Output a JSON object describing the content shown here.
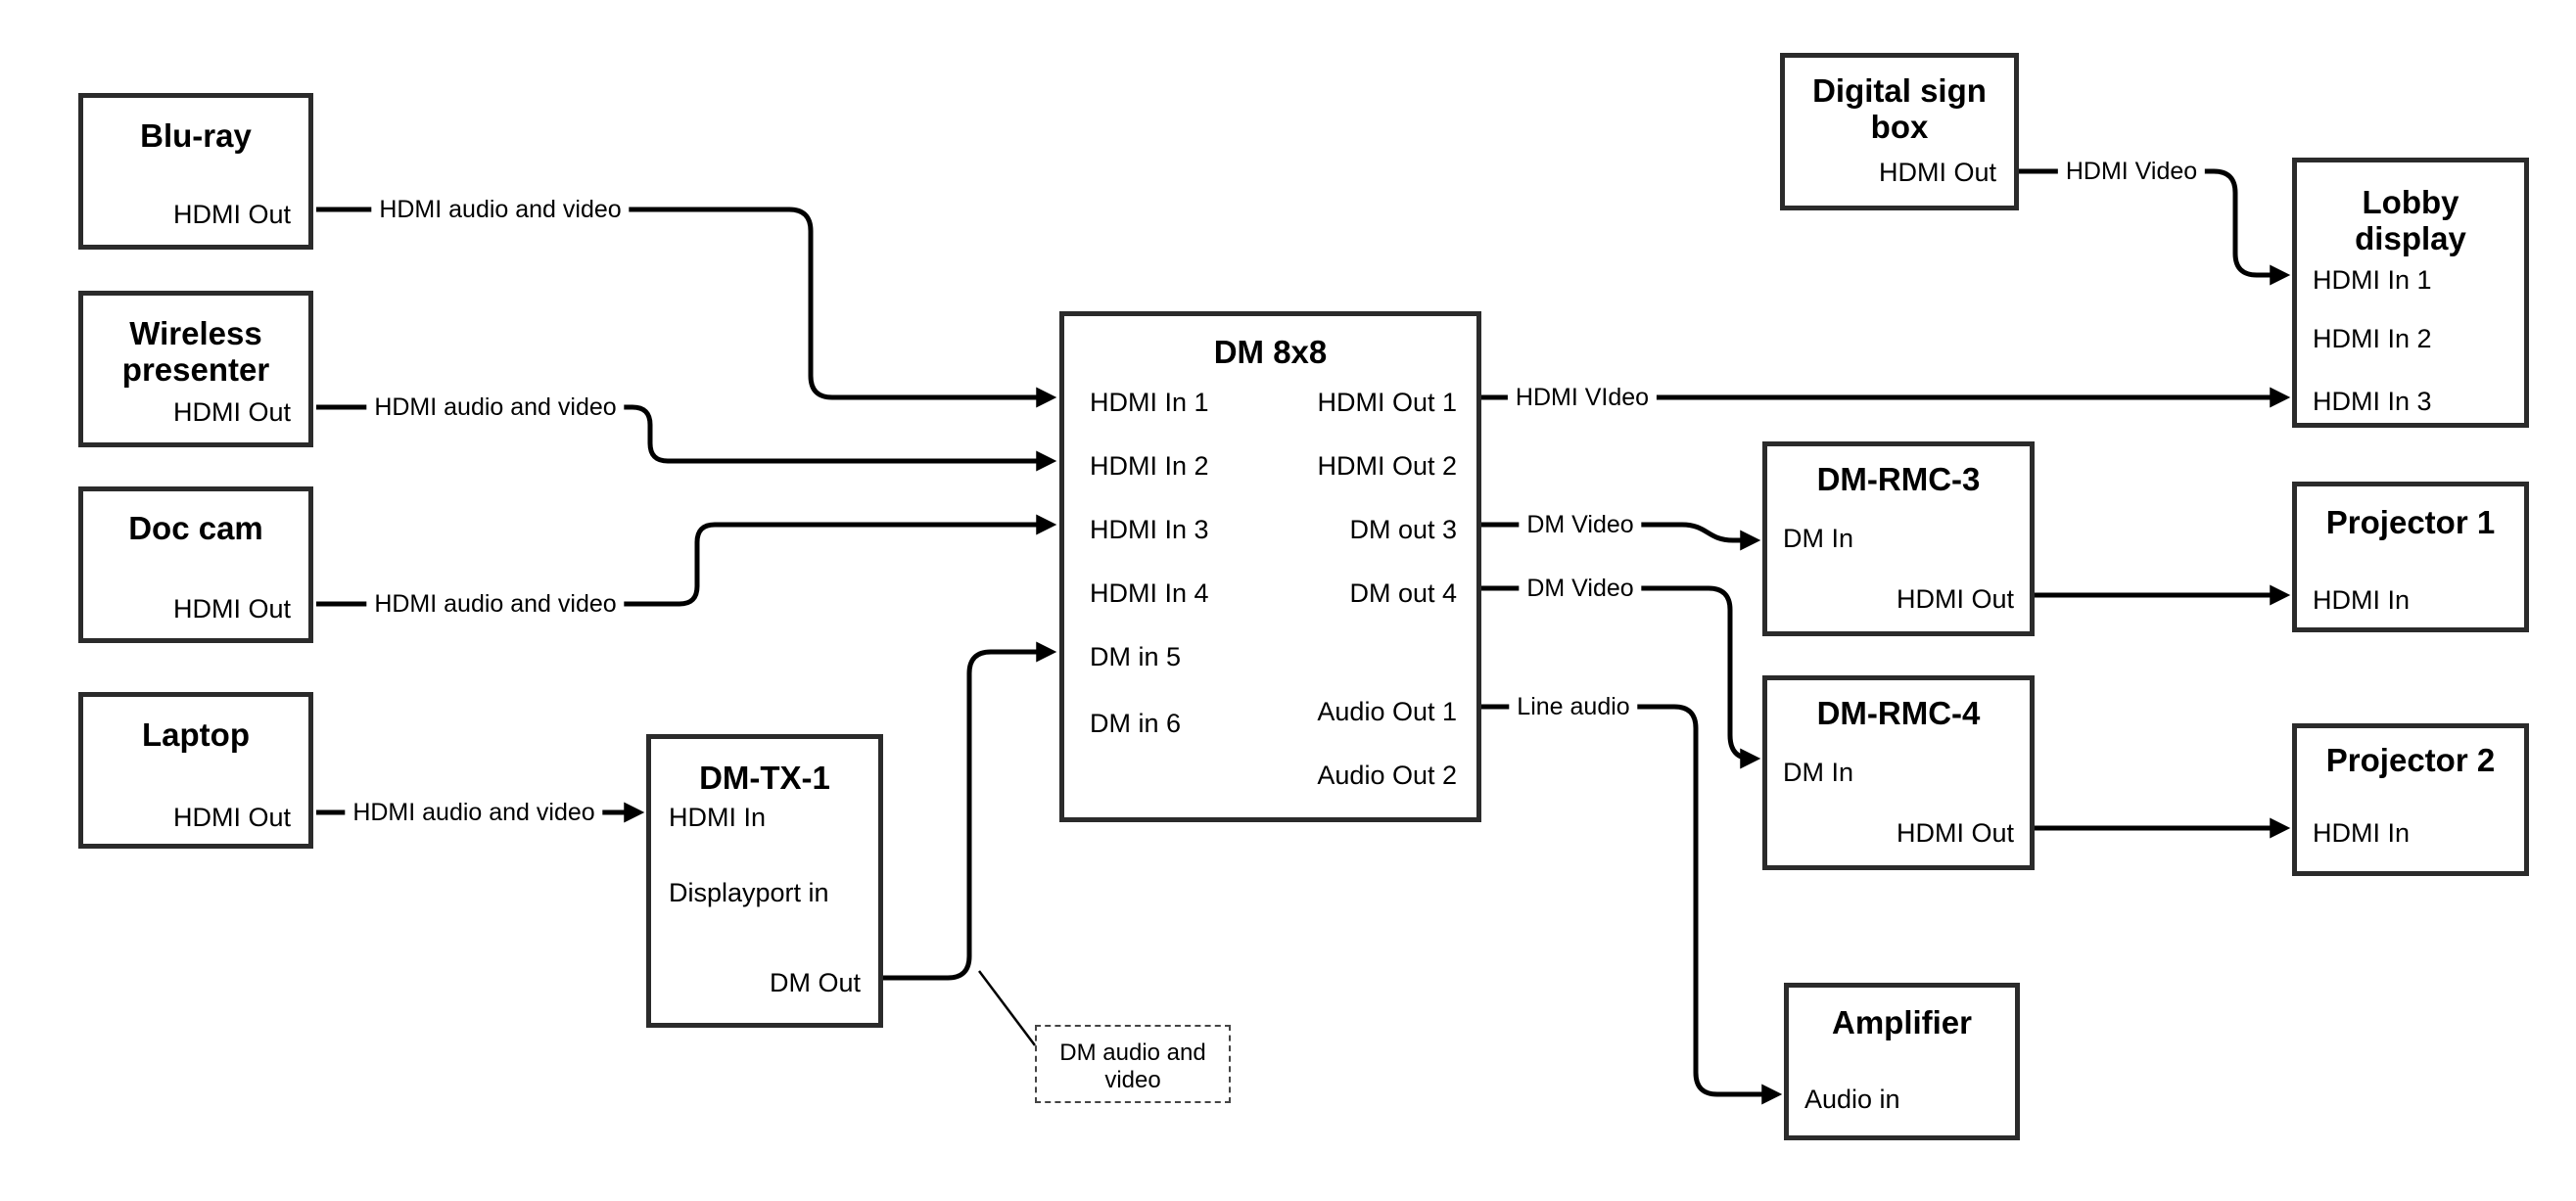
{
  "nodes": {
    "bluray": {
      "title": "Blu-ray",
      "port_hdmi_out": "HDMI Out"
    },
    "wireless_presenter": {
      "title_line1": "Wireless",
      "title_line2": "presenter",
      "port_hdmi_out": "HDMI Out"
    },
    "doc_cam": {
      "title": "Doc cam",
      "port_hdmi_out": "HDMI Out"
    },
    "laptop": {
      "title": "Laptop",
      "port_hdmi_out": "HDMI Out"
    },
    "dm_tx_1": {
      "title": "DM-TX-1",
      "port_hdmi_in": "HDMI In",
      "port_displayport_in": "Displayport in",
      "port_dm_out": "DM Out"
    },
    "dm_8x8": {
      "title": "DM 8x8",
      "port_hdmi_in_1": "HDMI In 1",
      "port_hdmi_in_2": "HDMI In 2",
      "port_hdmi_in_3": "HDMI In 3",
      "port_hdmi_in_4": "HDMI In 4",
      "port_dm_in_5": "DM in 5",
      "port_dm_in_6": "DM in 6",
      "port_hdmi_out_1": "HDMI Out 1",
      "port_hdmi_out_2": "HDMI Out 2",
      "port_dm_out_3": "DM out 3",
      "port_dm_out_4": "DM out 4",
      "port_audio_out_1": "Audio Out 1",
      "port_audio_out_2": "Audio Out 2"
    },
    "digital_sign_box": {
      "title_line1": "Digital sign",
      "title_line2": "box",
      "port_hdmi_out": "HDMI Out"
    },
    "lobby_display": {
      "title_line1": "Lobby",
      "title_line2": "display",
      "port_hdmi_in_1": "HDMI In 1",
      "port_hdmi_in_2": "HDMI In 2",
      "port_hdmi_in_3": "HDMI In 3"
    },
    "dm_rmc_3": {
      "title": "DM-RMC-3",
      "port_dm_in": "DM In",
      "port_hdmi_out": "HDMI Out"
    },
    "projector_1": {
      "title": "Projector 1",
      "port_hdmi_in": "HDMI In"
    },
    "dm_rmc_4": {
      "title": "DM-RMC-4",
      "port_dm_in": "DM In",
      "port_hdmi_out": "HDMI Out"
    },
    "projector_2": {
      "title": "Projector 2",
      "port_hdmi_in": "HDMI In"
    },
    "amplifier": {
      "title": "Amplifier",
      "port_audio_in": "Audio in"
    }
  },
  "wire_labels": {
    "bluray_to_dm8x8": "HDMI audio and video",
    "wireless_to_dm8x8": "HDMI audio and video",
    "doccam_to_dm8x8": "HDMI audio and video",
    "laptop_to_dmtx1": "HDMI audio and video",
    "hdmi_out_1": "HDMI VIdeo",
    "dm_out_3": "DM Video",
    "dm_out_4": "DM Video",
    "audio_out_1": "Line audio",
    "digital_sign_out": "HDMI Video"
  },
  "note": {
    "line1": "DM audio and",
    "line2": "video"
  },
  "colors": {
    "line": "#000000",
    "border": "#2b2b2b",
    "background": "#ffffff",
    "text": "#000000"
  }
}
